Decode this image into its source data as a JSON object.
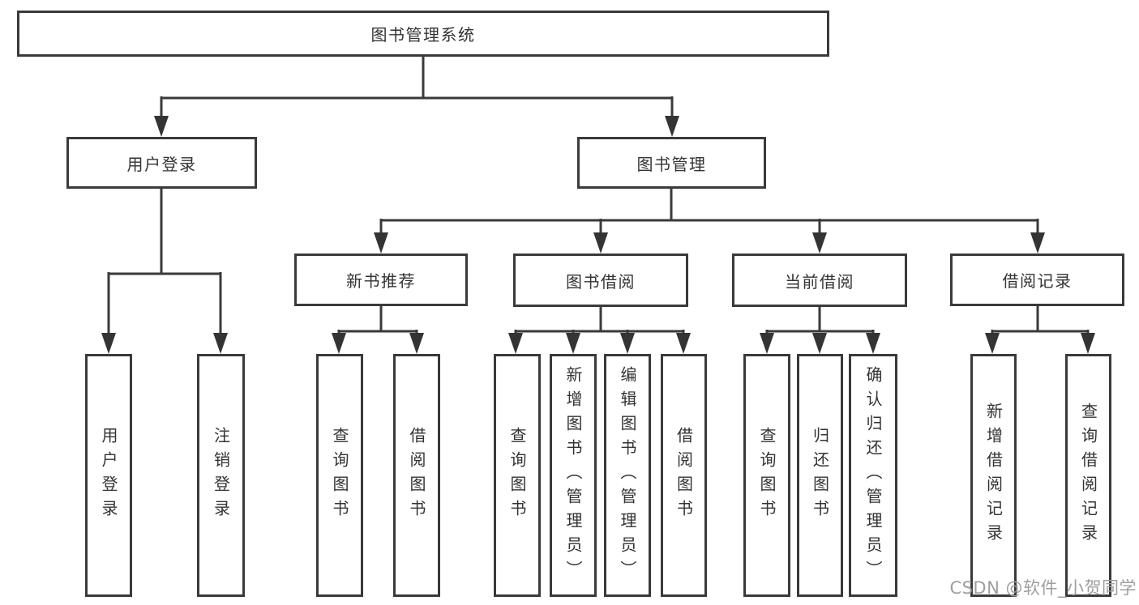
{
  "colors": {
    "background": "#ffffff",
    "box_border": "#3a3a3a",
    "box_fill": "#ffffff",
    "connector_line": "#3a3a3a",
    "text": "#333333",
    "watermark": "#9e9e9e"
  },
  "watermark": {
    "text": "CSDN @软件_小贺同学"
  },
  "tree": {
    "label": "图书管理系统",
    "children": [
      {
        "label": "用户登录",
        "children": [
          {
            "label": "用户登录"
          },
          {
            "label": "注销登录"
          }
        ]
      },
      {
        "label": "图书管理",
        "children": [
          {
            "label": "新书推荐",
            "children": [
              {
                "label": "查询图书"
              },
              {
                "label": "借阅图书"
              }
            ]
          },
          {
            "label": "图书借阅",
            "children": [
              {
                "label": "查询图书"
              },
              {
                "label": "新增图书（管理员）"
              },
              {
                "label": "编辑图书（管理员）"
              },
              {
                "label": "借阅图书"
              }
            ]
          },
          {
            "label": "当前借阅",
            "children": [
              {
                "label": "查询图书"
              },
              {
                "label": "归还图书"
              },
              {
                "label": "确认归还（管理员）"
              }
            ]
          },
          {
            "label": "借阅记录",
            "children": [
              {
                "label": "新增借阅记录"
              },
              {
                "label": "查询借阅记录"
              }
            ]
          }
        ]
      }
    ]
  }
}
